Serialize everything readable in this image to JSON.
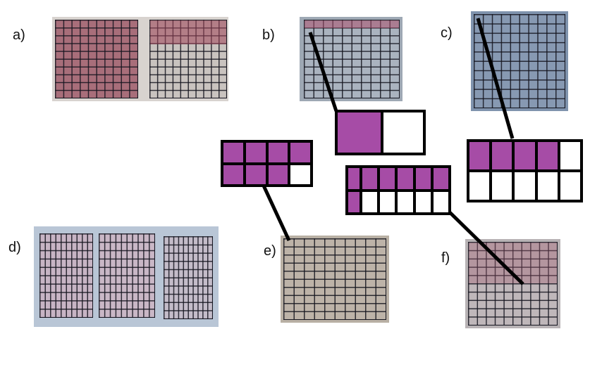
{
  "labels": {
    "a": "a)",
    "b": "b)",
    "c": "c)",
    "d": "d)",
    "e": "e)",
    "f": "f)"
  },
  "colors": {
    "shaded": "#a64ca6",
    "unshaded": "#ffffff",
    "outline": "#000000"
  },
  "models": {
    "b": {
      "rows": 1,
      "cols": 2,
      "shaded": 1
    },
    "c": {
      "rows": 2,
      "cols": 5,
      "shaded": 4
    },
    "e": {
      "rows": 2,
      "cols": 4,
      "shaded": 7
    },
    "f": {
      "rows": 2,
      "cols": 6,
      "shaded": 7
    }
  }
}
